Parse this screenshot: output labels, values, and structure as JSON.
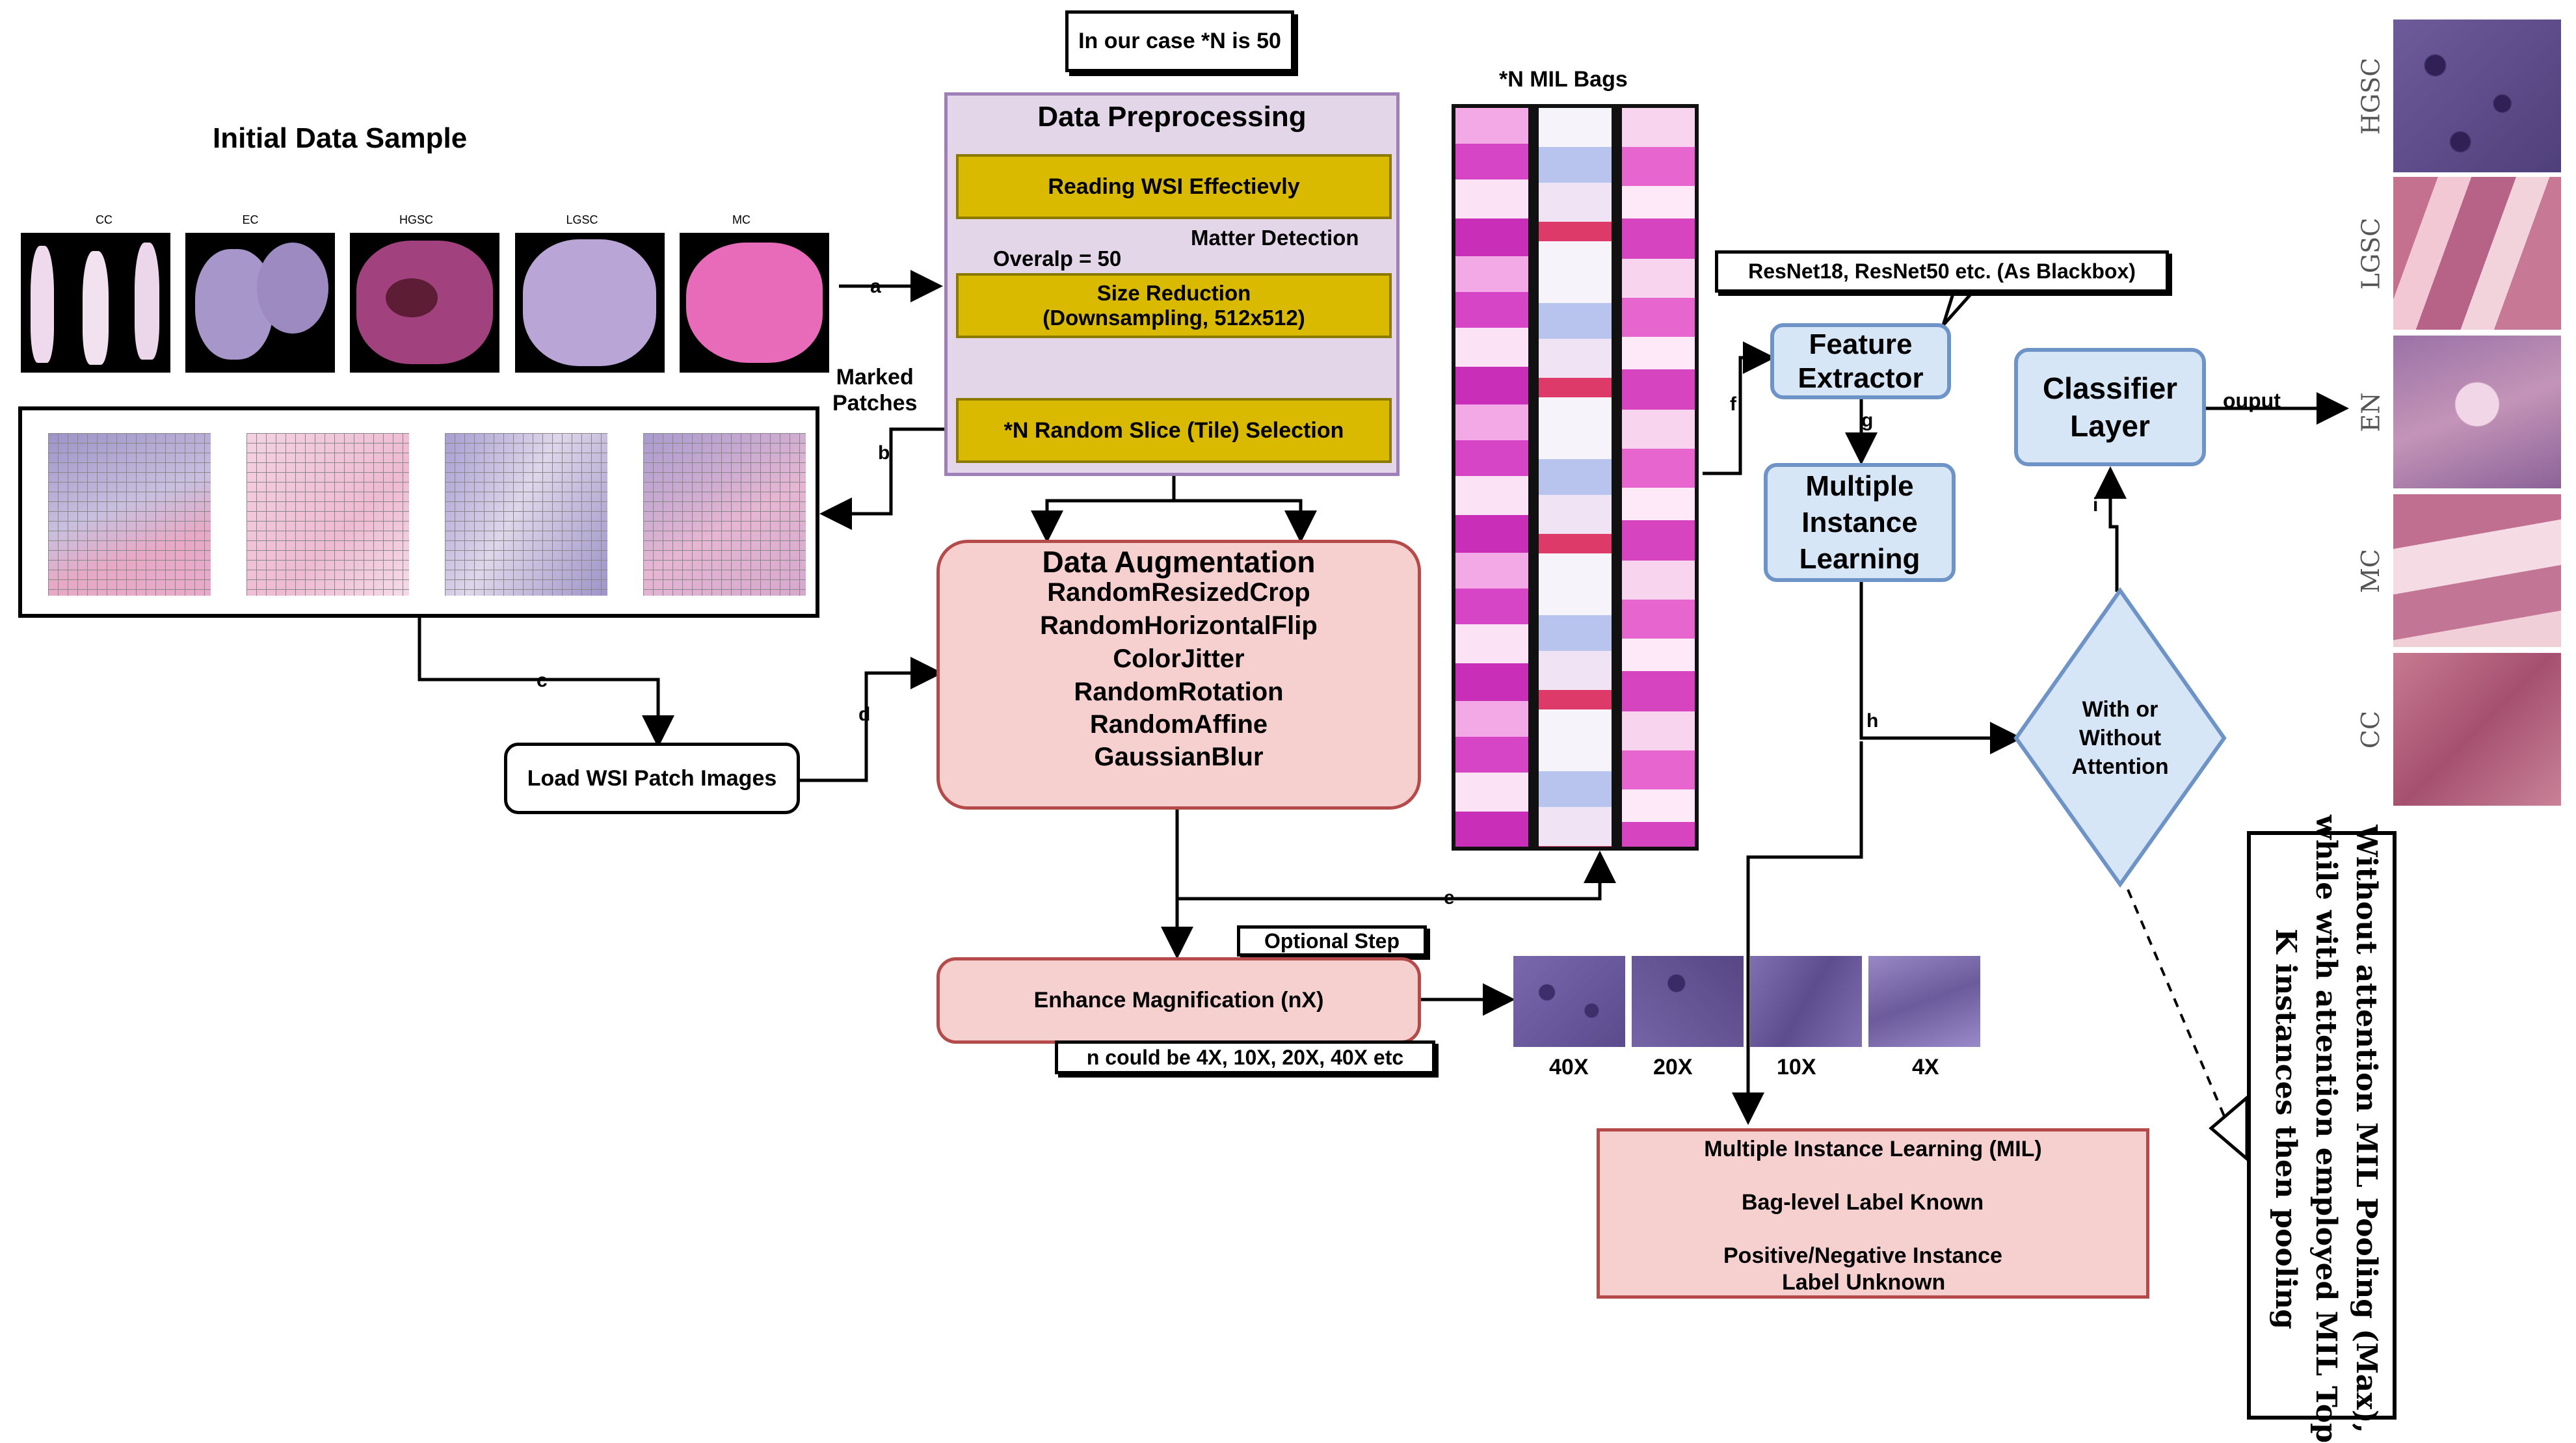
{
  "initial": {
    "title": "Initial Data Sample",
    "classes": [
      "CC",
      "EC",
      "HGSC",
      "LGSC",
      "MC"
    ]
  },
  "marked_patches": "Marked\nPatches",
  "note_n": "In our case *N is 50",
  "preprocessing": {
    "title": "Data Preprocessing",
    "step1": "Reading WSI Effectievly",
    "matter": "Matter Detection",
    "overlap": "Overalp = 50",
    "step2_line1": "Size Reduction",
    "step2_line2": "(Downsampling, 512x512)",
    "step3": "*N Random Slice (Tile) Selection"
  },
  "augmentation": {
    "title": "Data Augmentation",
    "items": [
      "RandomResizedCrop",
      "RandomHorizontalFlip",
      "ColorJitter",
      "RandomRotation",
      "RandomAffine",
      "GaussianBlur"
    ]
  },
  "load_patches": "Load WSI Patch Images",
  "optional_step": "Optional Step",
  "enhance": "Enhance Magnification (nX)",
  "n_could_be": "n could be 4X, 10X, 20X, 40X etc",
  "magnifications": [
    "40X",
    "20X",
    "10X",
    "4X"
  ],
  "mil_bags": "*N MIL Bags",
  "resnet_note": "ResNet18, ResNet50 etc. (As Blackbox)",
  "feature_extractor": [
    "Feature",
    "Extractor"
  ],
  "mil_box": [
    "Multiple",
    "Instance",
    "Learning"
  ],
  "classifier": [
    "Classifier",
    "Layer"
  ],
  "attention": [
    "With or",
    "Without",
    "Attention"
  ],
  "output_label": "ouput",
  "mil_info": {
    "title": "Multiple Instance Learning (MIL)",
    "known": "Bag-level Label Known",
    "unknown_line1": "Positive/Negative Instance",
    "unknown_line2": "Label Unknown"
  },
  "pooling_note": [
    "Without attention MIL Pooling (Max),",
    "while with attention employed MIL Top",
    "K instances then pooling"
  ],
  "output_classes": [
    "HGSC",
    "LGSC",
    "EN",
    "MC",
    "CC"
  ],
  "edge_labels": {
    "a": "a",
    "b": "b",
    "c": "c",
    "d": "d",
    "e": "e",
    "f": "f",
    "g": "g",
    "h": "h",
    "i": "i"
  },
  "colors": {
    "purple_fill": "#e3d6e8",
    "purple_border": "#9f7fb7",
    "yellow_fill": "#d9ba00",
    "red_fill": "#f6cfcf",
    "red_border": "#b54a4a",
    "blue_fill": "#d6e6f6",
    "blue_border": "#6d93c7",
    "check_red": "#d62020"
  }
}
